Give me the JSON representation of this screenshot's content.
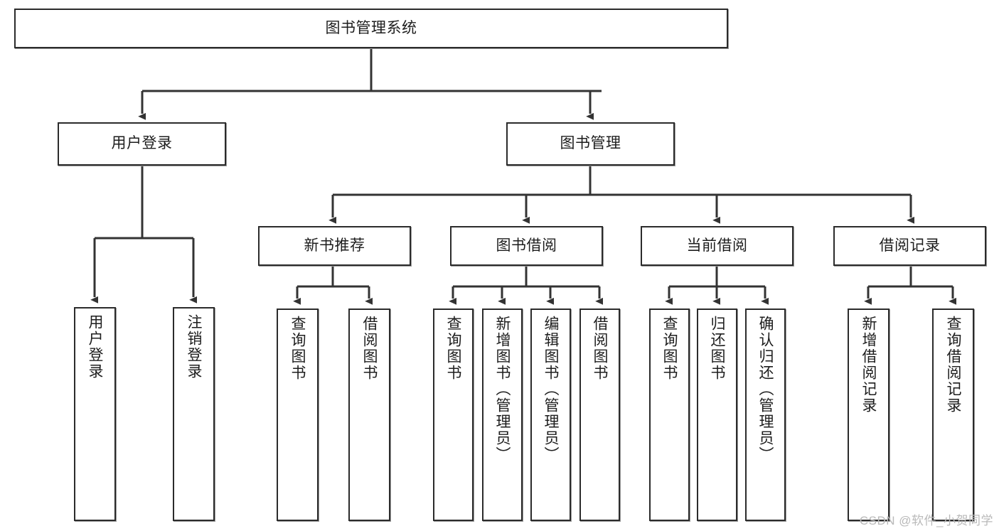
{
  "diagram": {
    "title": "图书管理系统",
    "type": "tree",
    "watermark": "CSDN @软件_小贺同学",
    "colors": {
      "box_border": "#2b2b2b",
      "box_fill": "#ffffff",
      "connector": "#333333",
      "background": "#ffffff",
      "watermark": "#b9b9b9"
    },
    "levels": {
      "root": {
        "label": "图书管理系统"
      },
      "level1": [
        {
          "id": "user-login",
          "label": "用户登录"
        },
        {
          "id": "book-manage",
          "label": "图书管理"
        }
      ],
      "level2": [
        {
          "id": "new-book-recommend",
          "label": "新书推荐",
          "parent": "book-manage"
        },
        {
          "id": "book-borrow",
          "label": "图书借阅",
          "parent": "book-manage"
        },
        {
          "id": "current-borrow",
          "label": "当前借阅",
          "parent": "book-manage"
        },
        {
          "id": "borrow-record",
          "label": "借阅记录",
          "parent": "book-manage"
        }
      ],
      "leaves": [
        {
          "id": "leaf-user-login",
          "label": "用户登录",
          "parent": "user-login"
        },
        {
          "id": "leaf-logout",
          "label": "注销登录",
          "parent": "user-login"
        },
        {
          "id": "leaf-query-book-1",
          "label": "查询图书",
          "parent": "new-book-recommend"
        },
        {
          "id": "leaf-borrow-book-1",
          "label": "借阅图书",
          "parent": "new-book-recommend"
        },
        {
          "id": "leaf-query-book-2",
          "label": "查询图书",
          "parent": "book-borrow"
        },
        {
          "id": "leaf-add-book",
          "label": "新增图书（管理员）",
          "parent": "book-borrow"
        },
        {
          "id": "leaf-edit-book",
          "label": "编辑图书（管理员）",
          "parent": "book-borrow"
        },
        {
          "id": "leaf-borrow-book-2",
          "label": "借阅图书",
          "parent": "book-borrow"
        },
        {
          "id": "leaf-query-book-3",
          "label": "查询图书",
          "parent": "current-borrow"
        },
        {
          "id": "leaf-return-book",
          "label": "归还图书",
          "parent": "current-borrow"
        },
        {
          "id": "leaf-confirm-return",
          "label": "确认归还（管理员）",
          "parent": "current-borrow"
        },
        {
          "id": "leaf-add-record",
          "label": "新增借阅记录",
          "parent": "borrow-record"
        },
        {
          "id": "leaf-query-record",
          "label": "查询借阅记录",
          "parent": "borrow-record"
        }
      ]
    }
  }
}
